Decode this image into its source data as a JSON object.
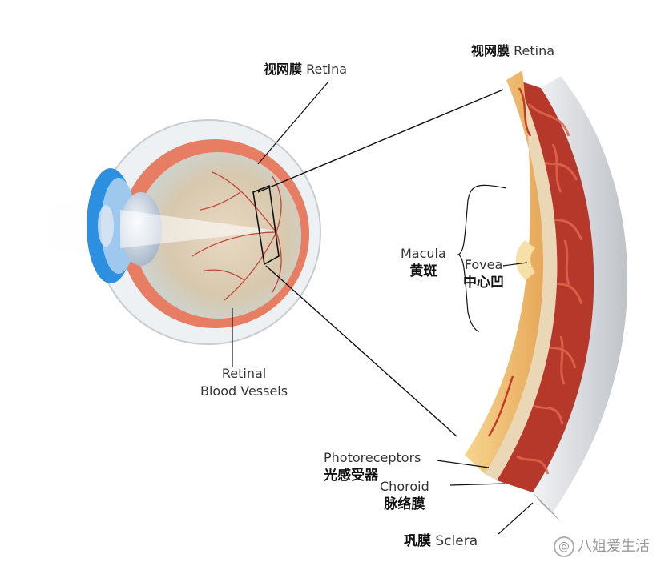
{
  "labels": {
    "retina_eye": {
      "zh": "视网膜",
      "en": "Retina"
    },
    "retina_section": {
      "zh": "视网膜",
      "en": "Retina"
    },
    "retinal_vessels": {
      "line1": "Retinal",
      "line2": "Blood Vessels"
    },
    "macula": {
      "en": "Macula",
      "zh": "黄斑"
    },
    "fovea": {
      "en": "Fovea",
      "zh": "中心凹"
    },
    "photoreceptors": {
      "en": "Photoreceptors",
      "zh": "光感受器"
    },
    "choroid": {
      "en": "Choroid",
      "zh": "脉络膜"
    },
    "sclera": {
      "zh": "巩膜",
      "en": "Sclera"
    }
  },
  "watermark": {
    "text": "八姐爱生活",
    "symbol": "@"
  },
  "colors": {
    "retina_layer": "#f3c46e",
    "choroid_vessels": "#c8432b",
    "sclera": "#e4e6ea",
    "eye_blue": "#2d8fe0",
    "leader_line": "#111111"
  }
}
